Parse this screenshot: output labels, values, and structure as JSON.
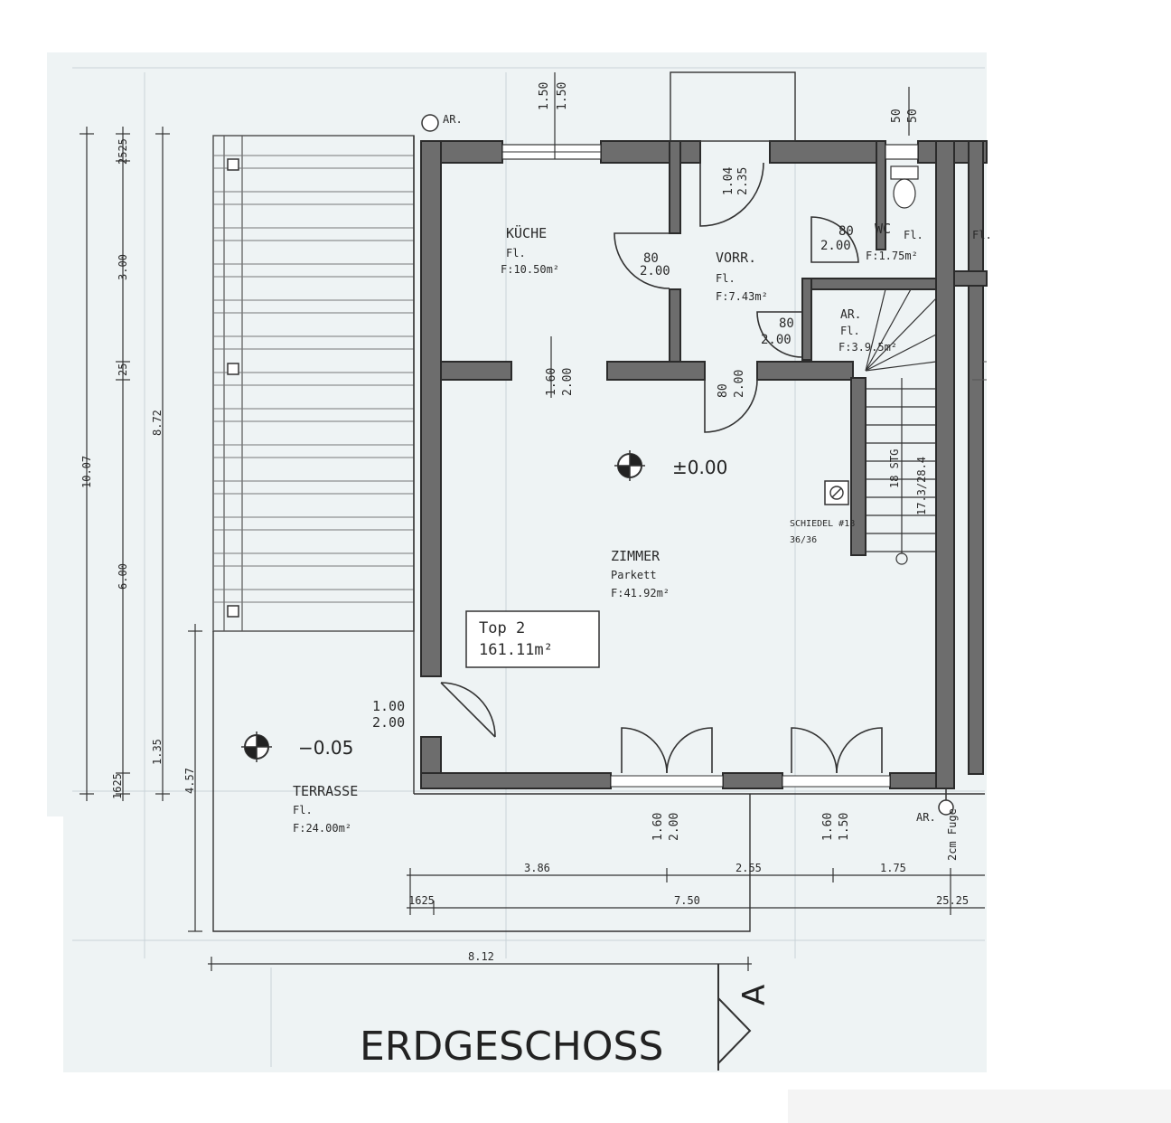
{
  "title": "ERDGESCHOSS",
  "section_marker": "A",
  "levels": {
    "room": "±0.00",
    "terrace": "−0.05"
  },
  "unit": {
    "label": "Top 2",
    "area": "161.11m²"
  },
  "rooms": {
    "kueche": {
      "name": "KÜCHE",
      "floor": "Fl.",
      "area": "F:10.50m²"
    },
    "vorraum": {
      "name": "VORR.",
      "floor": "Fl.",
      "area": "F:7.43m²"
    },
    "wc": {
      "name": "WC",
      "floor": "Fl.",
      "area": "F:1.75m²"
    },
    "ar": {
      "name": "AR.",
      "floor": "Fl.",
      "area": "F:3.9.5m²"
    },
    "zimmer": {
      "name": "ZIMMER",
      "floor": "Parkett",
      "area": "F:41.92m²"
    },
    "terrasse": {
      "name": "TERRASSE",
      "floor": "Fl.",
      "area": "F:24.00m²"
    },
    "right_partial": {
      "floor": "Fl."
    }
  },
  "labels": {
    "ar_top": "AR.",
    "ar_bottom": "AR.",
    "chimney": "SCHIEDEL #18",
    "chimney_size": "36/36",
    "stair_steps": "18 STG",
    "stair_ratio": "17.3/28.4",
    "joint": "2cm Fuge"
  },
  "openings": {
    "window_top_kitchen": {
      "w": "1.50",
      "h": "1.50"
    },
    "window_top_vorraum": {
      "w": "1.04",
      "h": "2.35"
    },
    "window_top_wc": {
      "w": "50",
      "h": "50"
    },
    "door_kitchen": {
      "w": "80",
      "h": "2.00"
    },
    "door_wc": {
      "w": "80",
      "h": "2.00"
    },
    "door_ar": {
      "w": "80",
      "h": "2.00"
    },
    "door_vorr_zimmer": {
      "w": "80",
      "h": "2.00"
    },
    "passage_kitchen": {
      "w": "1.60",
      "h": "2.00"
    },
    "door_terrace": {
      "w": "1.00",
      "h": "2.00"
    },
    "french_door_1": {
      "w": "1.60",
      "h": "2.00"
    },
    "french_door_2": {
      "w": "1.60",
      "h": "1.50"
    }
  },
  "dimensions": {
    "left_total": "10.07",
    "left_sub": "8.72",
    "left_a": "3.00",
    "left_b": "6.00",
    "left_c": "1.35",
    "left_d": "25",
    "left_e": "2525",
    "left_f": "1625",
    "terrace_depth": "4.57",
    "bottom_1": "3.86",
    "bottom_2": "2.55",
    "bottom_3": "1.75",
    "bottom_total": "7.50",
    "bottom_left": "1625",
    "bottom_right": "25.25",
    "terrace_width": "8.12"
  }
}
